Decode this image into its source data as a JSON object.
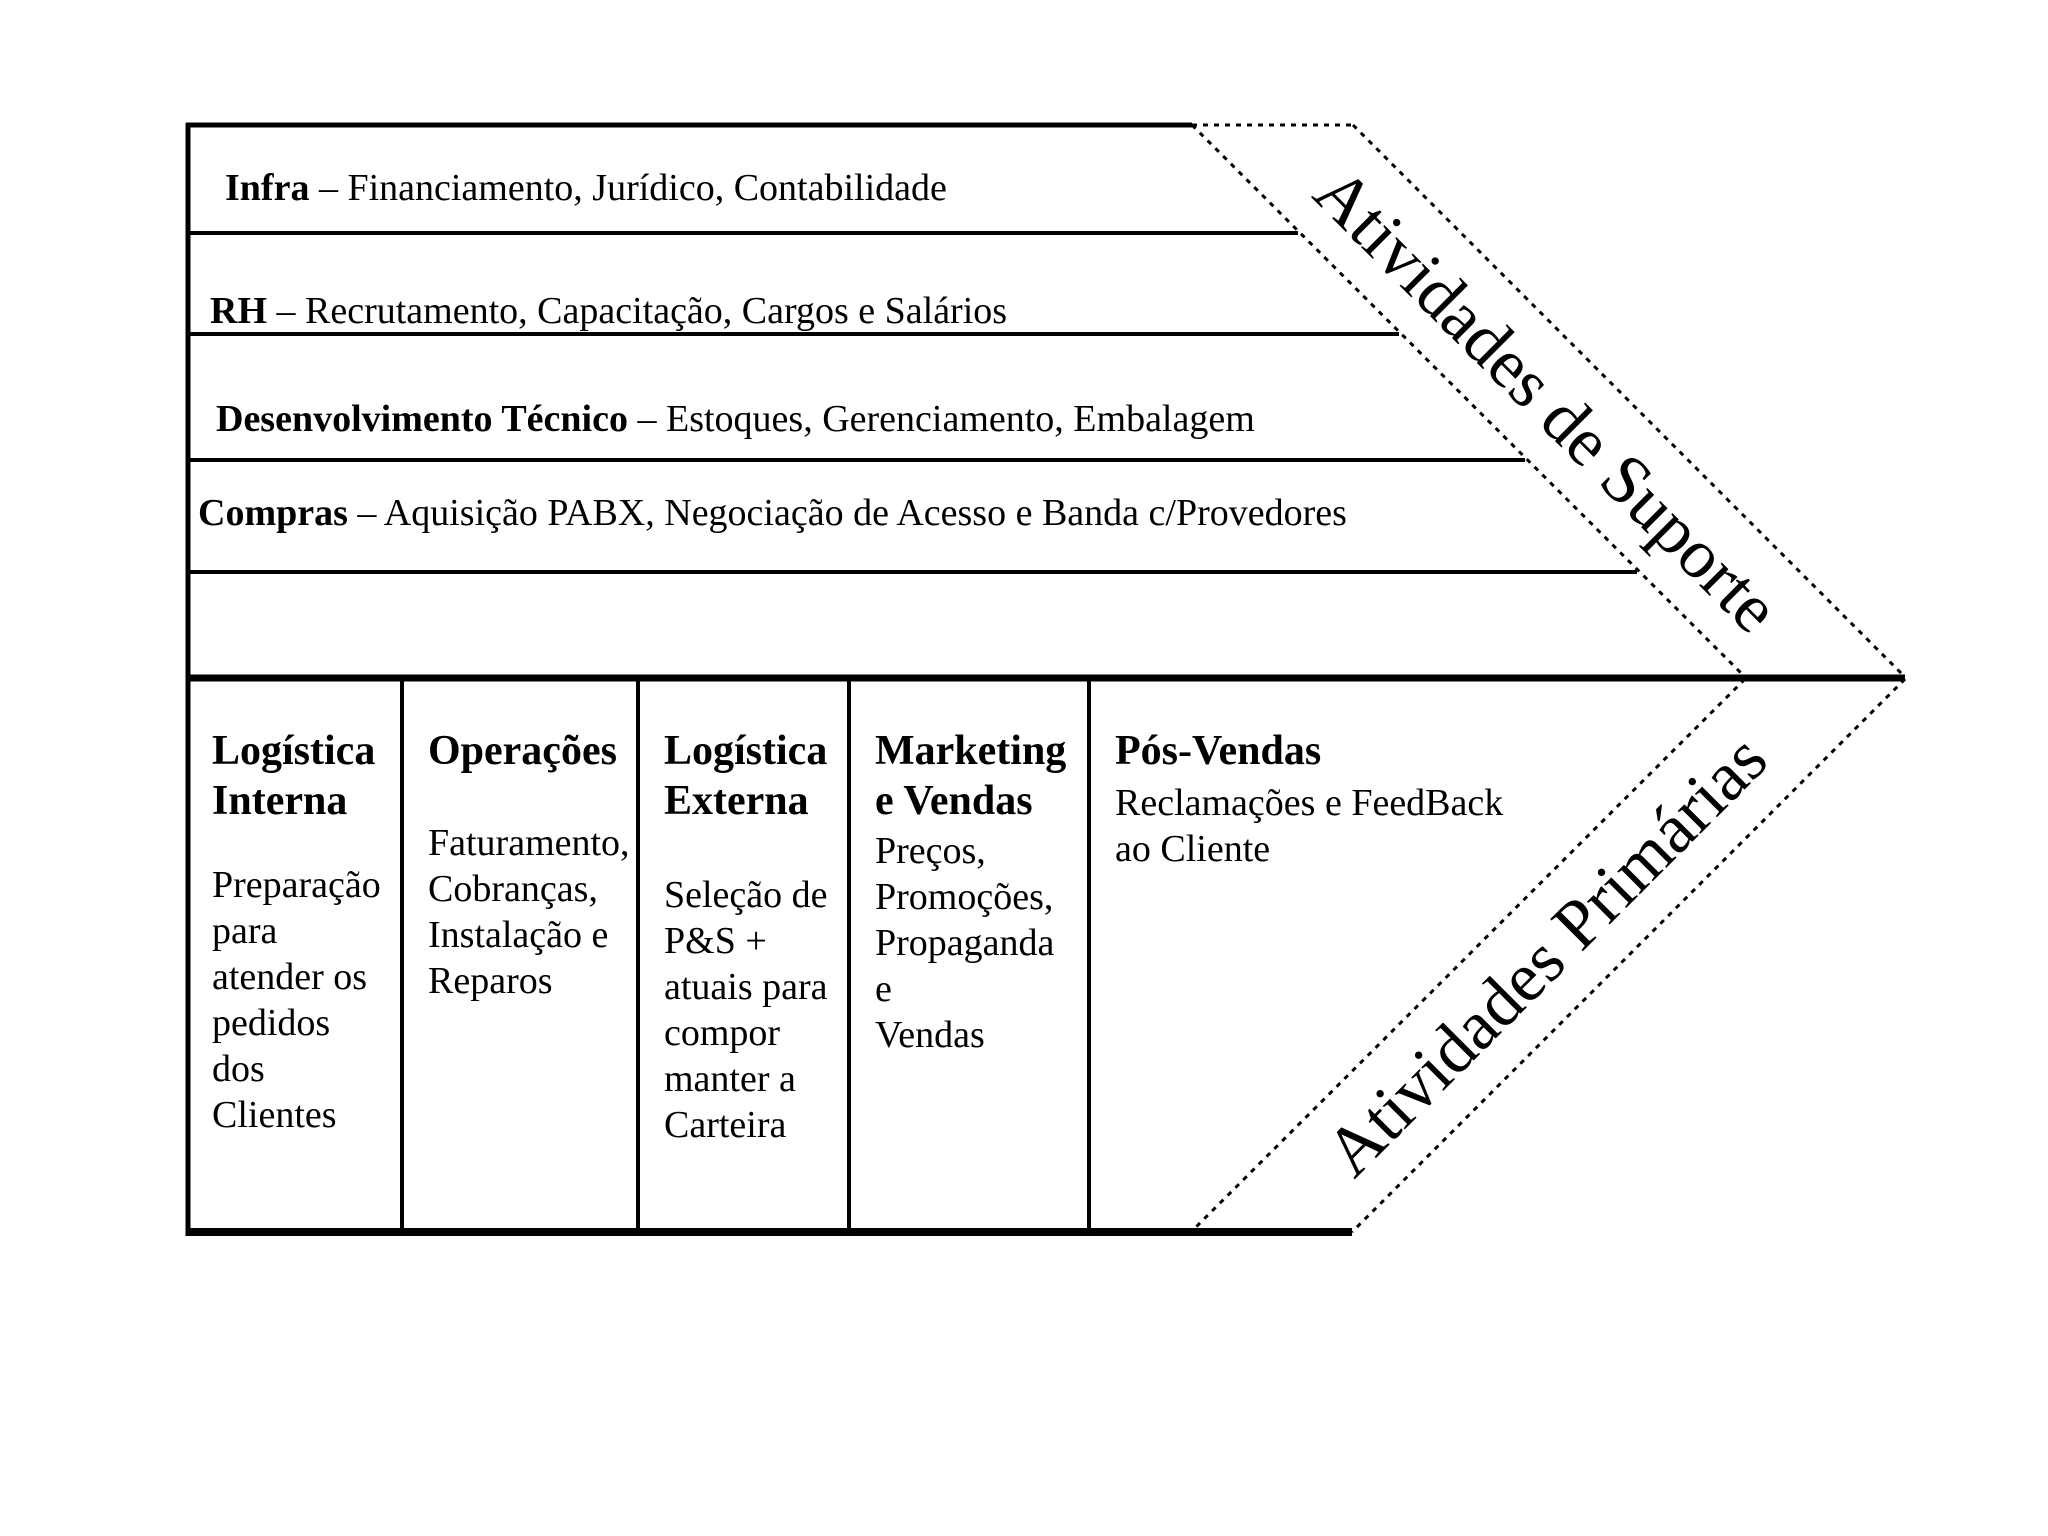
{
  "support": {
    "band_label": "Atividades de Suporte",
    "rows": [
      {
        "head": "Infra",
        "rest": " – Financiamento, Jurídico, Contabilidade"
      },
      {
        "head": "RH",
        "rest": " – Recrutamento, Capacitação, Cargos e Salários"
      },
      {
        "head": "Desenvolvimento Técnico",
        "rest": " – Estoques, Gerenciamento, Embalagem"
      },
      {
        "head": "Compras",
        "rest": " – Aquisição PABX, Negociação de Acesso e Banda c/Provedores"
      }
    ]
  },
  "primary": {
    "band_label": "Atividades Primárias",
    "columns": [
      {
        "title": "Logística\nInterna",
        "body": "Preparação\npara\natender os\npedidos dos\nClientes"
      },
      {
        "title": "Operações",
        "body": "Faturamento,\nCobranças,\nInstalação e\nReparos"
      },
      {
        "title": "Logística\nExterna",
        "body": "Seleção de\nP&S +\natuais para\ncompor\nmanter a\nCarteira"
      },
      {
        "title": "Marketing\ne Vendas",
        "body": "Preços,\nPromoções,\nPropaganda e\nVendas"
      },
      {
        "title": "Pós-Vendas",
        "body": "Reclamações e FeedBack\nao Cliente"
      }
    ]
  },
  "colors": {
    "ink": "#000000",
    "background": "#ffffff"
  }
}
